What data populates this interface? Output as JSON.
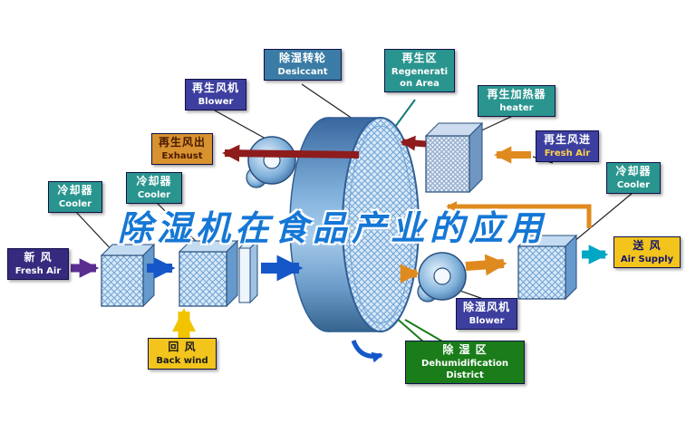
{
  "watermark": "除湿机在食品产业的应用",
  "labels": {
    "desiccant": {
      "zh": "除湿转轮",
      "en": "Desiccant"
    },
    "regeneration_area": {
      "zh": "再生区",
      "en1": "Regenerati",
      "en2": "on Area"
    },
    "regen_blower": {
      "zh": "再生风机",
      "en": "Blower"
    },
    "regen_heater": {
      "zh": "再生加热器",
      "en": "heater"
    },
    "regen_exhaust": {
      "zh": "再生风出",
      "en": "Exhaust"
    },
    "cooler_left_outer": {
      "zh": "冷却器",
      "en": "Cooler"
    },
    "cooler_left_inner": {
      "zh": "冷却器",
      "en": "Cooler"
    },
    "cooler_right": {
      "zh": "冷却器",
      "en": "Cooler"
    },
    "regen_fresh_air": {
      "zh": "再生风进",
      "en": "Fresh Air"
    },
    "fresh_air_in": {
      "zh": "新  风",
      "en": "Fresh Air"
    },
    "air_supply": {
      "zh": "送  风",
      "en": "Air Supply"
    },
    "back_wind": {
      "zh": "回  风",
      "en": "Back wind"
    },
    "dehumid_blower": {
      "zh": "除湿风机",
      "en": "Blower"
    },
    "dehumid_district": {
      "zh": "除  湿  区",
      "en1": "Dehumidification",
      "en2": "District"
    }
  },
  "colors": {
    "label_teal": "#2a958f",
    "label_blue": "#3a7ca5",
    "label_purple": "#3c3f9e",
    "label_navy": "#352a7e",
    "label_yellow": "#f2c41c",
    "label_orange": "#d8922f",
    "label_green": "#1a7d1a",
    "arrow_blue": "#1557c8",
    "arrow_purple": "#5a2d91",
    "arrow_yellow": "#f2c400",
    "arrow_orange": "#df8a1f",
    "arrow_darkred": "#8e1c1c",
    "arrow_cyan": "#00a7c4",
    "watermark_blue": "#1577d6",
    "machine_outline": "#274e7d",
    "machine_light": "#d9e9f8",
    "machine_mid": "#7fb0da",
    "machine_dark": "#2f5f96"
  }
}
